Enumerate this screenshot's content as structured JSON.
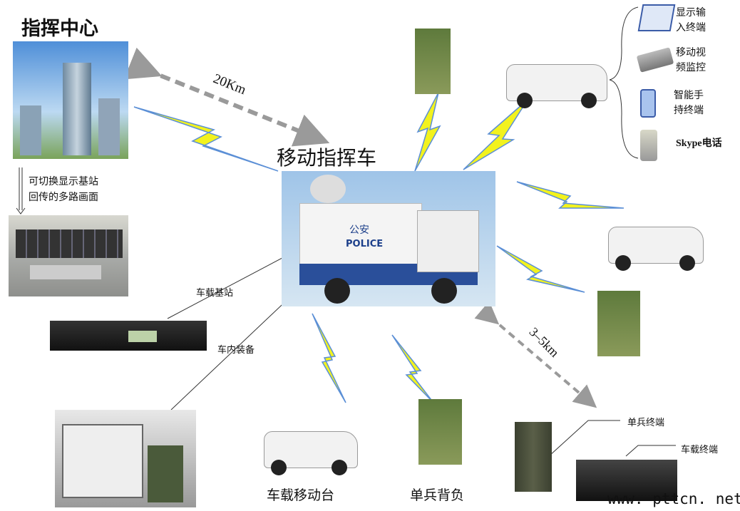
{
  "command_center": {
    "title": "指挥中心",
    "note_line1": "可切换显示基站",
    "note_line2": "回传的多路画面"
  },
  "distance_top": "20Km",
  "mobile_vehicle": {
    "title": "移动指挥车",
    "truck_text1": "公安",
    "truck_text2": "POLICE"
  },
  "labels": {
    "base_station": "车载基站",
    "in_car_equipment": "车内装备",
    "vehicle_mobile": "车载移动台",
    "soldier_backpack": "单兵背负",
    "soldier_terminal": "单兵终端",
    "vehicle_terminal": "车载终端"
  },
  "distance_bottom": "3–5km",
  "devices": [
    {
      "line1": "显示输",
      "line2": "入终端"
    },
    {
      "line1": "移动视",
      "line2": "频监控"
    },
    {
      "line1": "智能手",
      "line2": "持终端"
    },
    {
      "line1": "Skype电话",
      "line2": ""
    }
  ],
  "watermark": "www. pttcn. net",
  "colors": {
    "bolt": "#f2f21e",
    "bolt_edge": "#5b8fd6",
    "arrow": "#9a9a9a"
  }
}
